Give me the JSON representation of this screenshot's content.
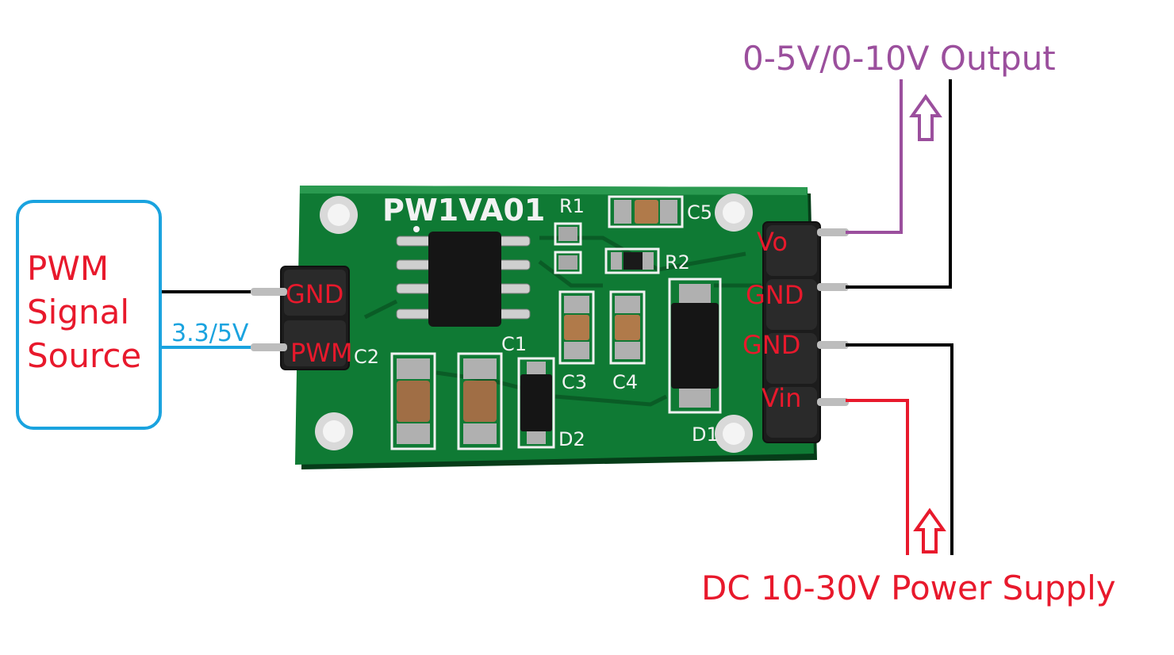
{
  "colors": {
    "output": "#9b4f9d",
    "power": "#e8192c",
    "signal": "#1aa3df",
    "pin_label": "#e8192c",
    "ground_wire": "#000000",
    "pcb": "#0f7a34",
    "pcb_dark": "#0a5c26"
  },
  "source": {
    "line1": "PWM",
    "line2": "Signal",
    "line3": "Source",
    "signal_level": "3.3/5V"
  },
  "output_label": "0-5V/0-10V Output",
  "power_label": "DC 10-30V Power Supply",
  "input_pins": {
    "gnd": "GND",
    "pwm": "PWM"
  },
  "output_pins": {
    "vo": "Vo",
    "gnd1": "GND",
    "gnd2": "GND",
    "vin": "Vin"
  },
  "board": {
    "model": "PW1VA01",
    "silk": {
      "r1": "R1",
      "r2": "R2",
      "c1": "C1",
      "c2": "C2",
      "c3": "C3",
      "c4": "C4",
      "c5": "C5",
      "d1": "D1",
      "d2": "D2"
    }
  }
}
